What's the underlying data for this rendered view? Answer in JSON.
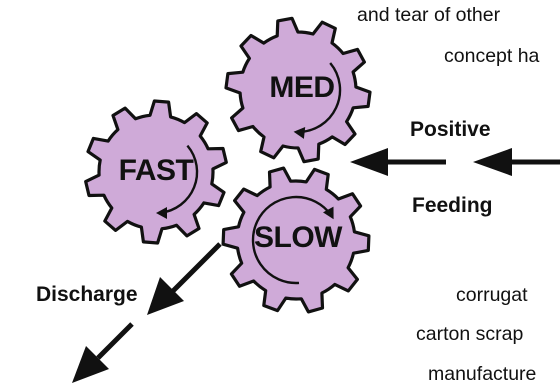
{
  "gears": [
    {
      "id": "med",
      "label": "MED"
    },
    {
      "id": "fast",
      "label": "FAST"
    },
    {
      "id": "slow",
      "label": "SLOW"
    }
  ],
  "labels": {
    "positive": "Positive",
    "feeding": "Feeding",
    "discharge": "Discharge"
  },
  "text_fragments": {
    "top_line_1": "and tear of other",
    "top_line_2": "concept ha",
    "bottom_line_1": "corrugat",
    "bottom_line_2": "carton scrap",
    "bottom_line_3": "manufacture"
  },
  "colors": {
    "gear_fill": "#cfaad8",
    "ink": "#111111",
    "background": "#ffffff"
  }
}
